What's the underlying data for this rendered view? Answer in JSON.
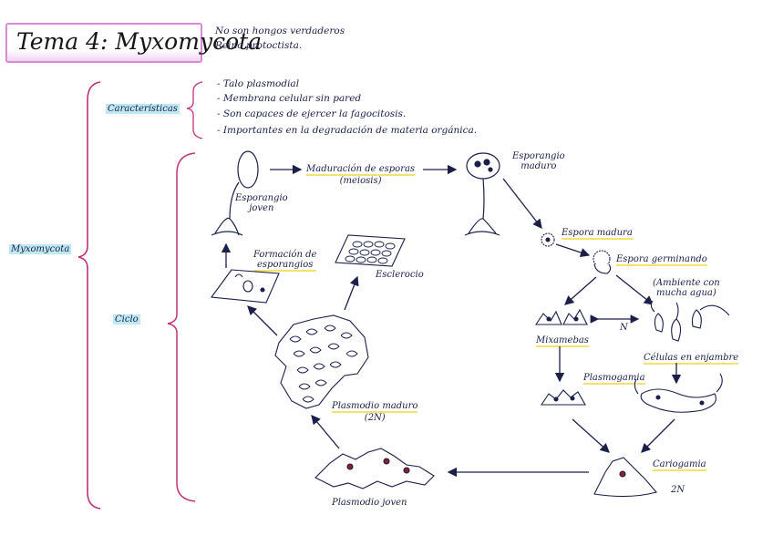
{
  "title": "Tema 4: Myxomycota",
  "header_notes": [
    "No son hongos verdaderos",
    "Reino protoctista."
  ],
  "left_label": "Myxomycota",
  "caracteristicas": {
    "label": "Características",
    "items": [
      "- Talo plasmodial",
      "- Membrana celular sin pared",
      "- Son capaces de ejercer la fagocitosis.",
      "- Importantes en la degradación de materia orgánica."
    ]
  },
  "ciclo": {
    "label": "Ciclo",
    "labels": {
      "esporangio_joven": [
        "Esporangio",
        "joven"
      ],
      "maduracion": [
        "Maduración de esporas",
        "(meiosis)"
      ],
      "esporangio_maduro": [
        "Esporangio",
        "maduro"
      ],
      "espora_madura": "Espora madura",
      "espora_germinando": "Espora germinando",
      "ambiente": [
        "(Ambiente con",
        "mucha agua)"
      ],
      "formacion": [
        "Formación de",
        "esporangios"
      ],
      "esclerocio": "Esclerocio",
      "mixamebas": "Mixamebas",
      "n_label": "N",
      "celulas": "Células en enjambre",
      "plasmogamia": "Plasmogamia",
      "plasmodio_maduro": [
        "Plasmodio maduro",
        "(2N)"
      ],
      "cariogamia": "Cariogamia",
      "dos_n": "2N",
      "plasmodio_joven": "Plasmodio joven"
    }
  },
  "colors": {
    "brace": "#c0307a",
    "ink": "#1b1f4a",
    "highlight_yellow": "#f3e36b",
    "highlight_blue": "#bfe9f2",
    "title_border": "#d88ad8"
  }
}
